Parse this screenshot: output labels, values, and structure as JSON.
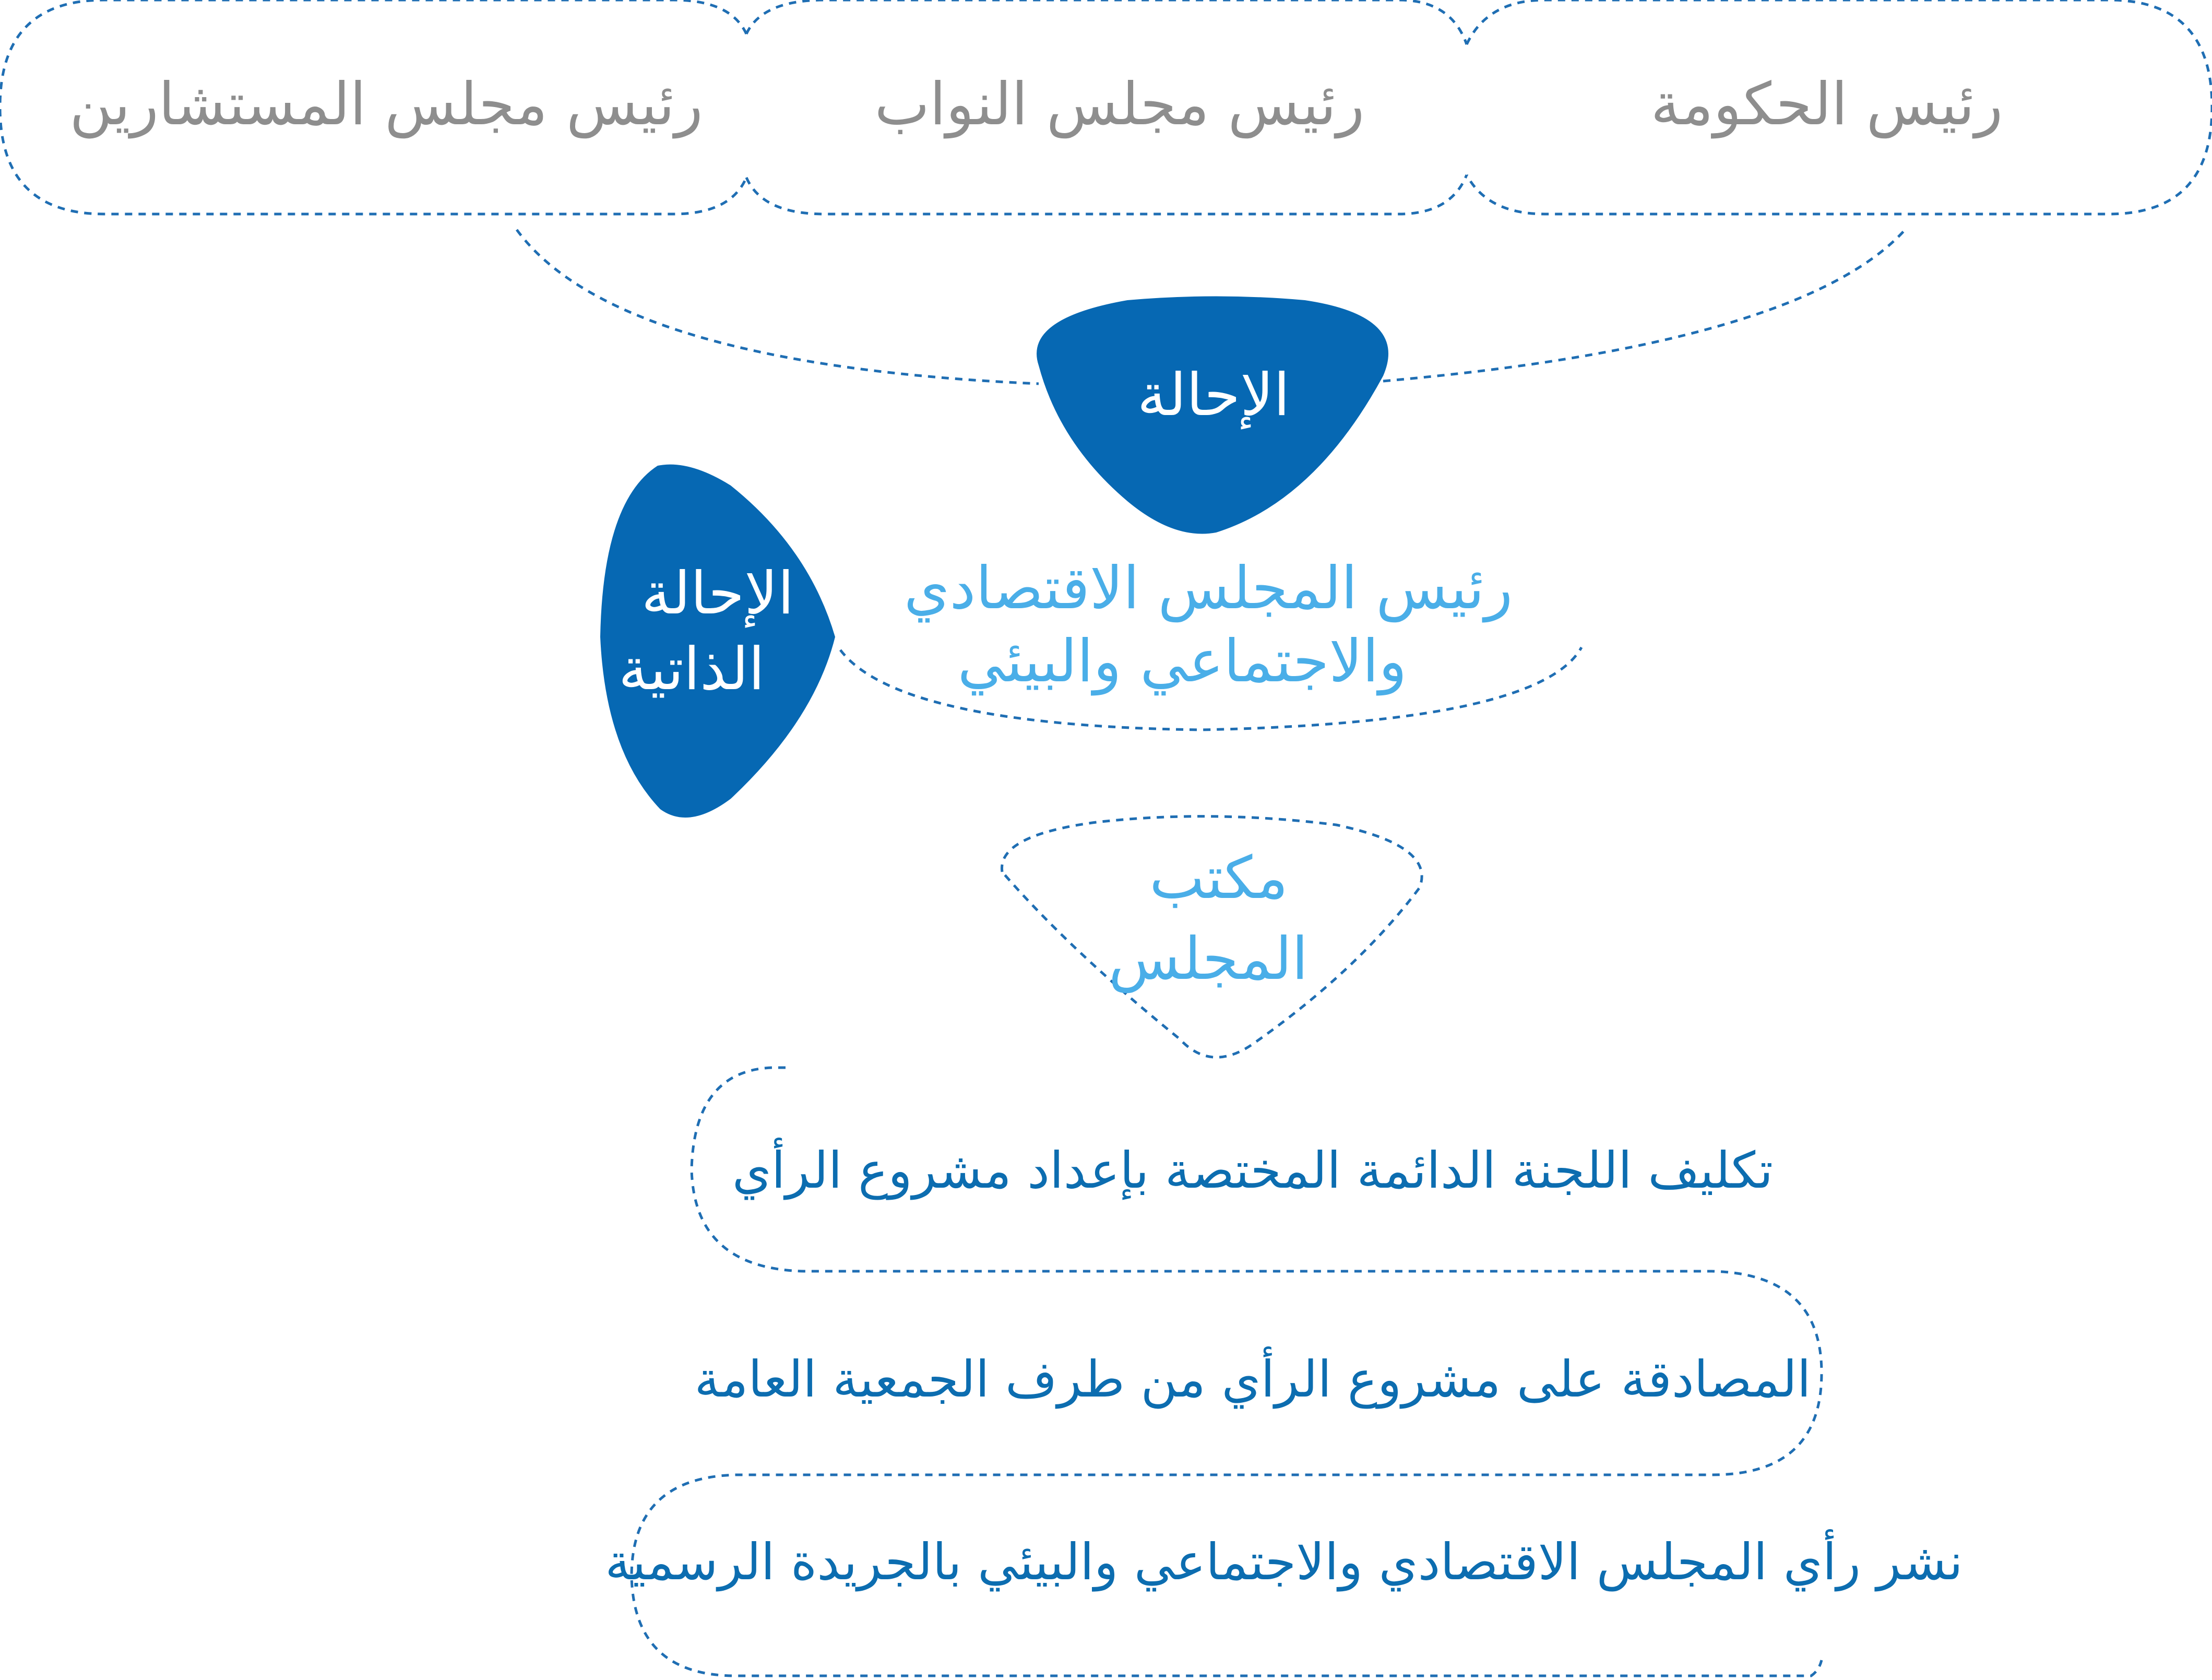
{
  "top_row": [
    {
      "label": "رئيس مجلس المستشارين"
    },
    {
      "label": "رئيس مجلس النواب"
    },
    {
      "label": "رئيس الحكومة"
    }
  ],
  "referral": {
    "label": "الإحالة"
  },
  "self_referral": {
    "line1": "الإحالة",
    "line2": "الذاتية"
  },
  "president": {
    "line1": "رئيس المجلس الاقتصادي",
    "line2": "والاجتماعي والبيئي"
  },
  "bureau": {
    "line1": "مكتب",
    "line2": "المجلس"
  },
  "steps": [
    {
      "label": "تكليف اللجنة الدائمة المختصة بإعداد مشروع الرأي"
    },
    {
      "label": "المصادقة على مشروع الرأي من طرف الجمعية العامة"
    },
    {
      "label": "نشر رأي المجلس الاقتصادي والاجتماعي والبيئي بالجريدة الرسمية"
    }
  ],
  "colors": {
    "dark_blue": "#0668b3",
    "light_blue": "#4aaee8",
    "gray": "#8e8e8e",
    "line": "#1f6eb3"
  }
}
